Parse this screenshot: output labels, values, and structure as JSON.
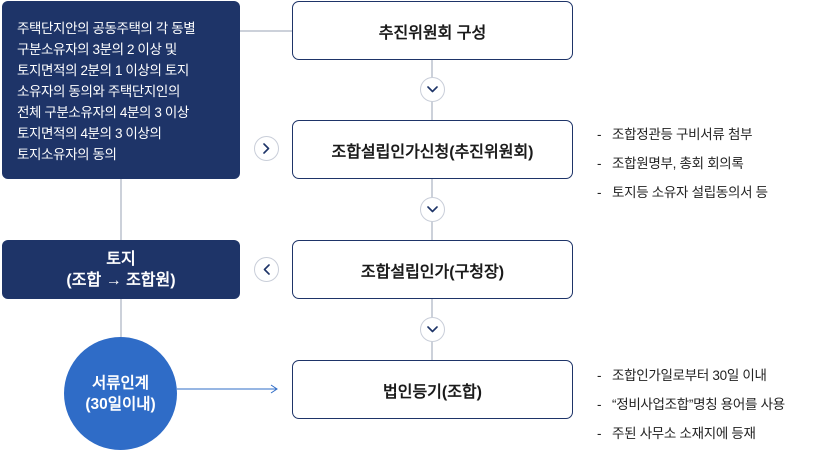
{
  "condition": {
    "lines": [
      "주택단지안의 공동주택의 각 동별",
      "구분소유자의 3분의 2 이상 및",
      "토지면적의 2분의 1 이상의 토지",
      "소유자의 동의와 주택단지인의",
      "전체 구분소유자의 4분의 3 이상",
      "토지면적의 4분의 3 이상의",
      "토지소유자의 동의"
    ]
  },
  "land_box": {
    "line1": "토지",
    "line2": "(조합 → 조합원)"
  },
  "transfer_circle": {
    "line1": "서류인계",
    "line2": "(30일이내)"
  },
  "steps": [
    {
      "label": "추진위원회 구성"
    },
    {
      "label": "조합설립인가신청(추진위원회)"
    },
    {
      "label": "조합설립인가(구청장)"
    },
    {
      "label": "법인등기(조합)"
    }
  ],
  "notes_application": [
    "조합정관등 구비서류 첨부",
    "조합원명부, 총회 회의록",
    "토지등 소유자 설립동의서 등"
  ],
  "notes_registration": [
    "조합인가일로부터 30일 이내",
    "“정비사업조합”명칭 용어를 사용",
    "주된 사무소 소재지에 등재"
  ],
  "colors": {
    "navy": "#1e3468",
    "blue": "#2f6cc7",
    "line": "#9aa3b5"
  },
  "icons": {
    "flow_down": "chevron-down-icon",
    "to_application": "chevron-right-icon",
    "to_land": "chevron-left-icon",
    "to_registration": "arrow-right-icon"
  }
}
